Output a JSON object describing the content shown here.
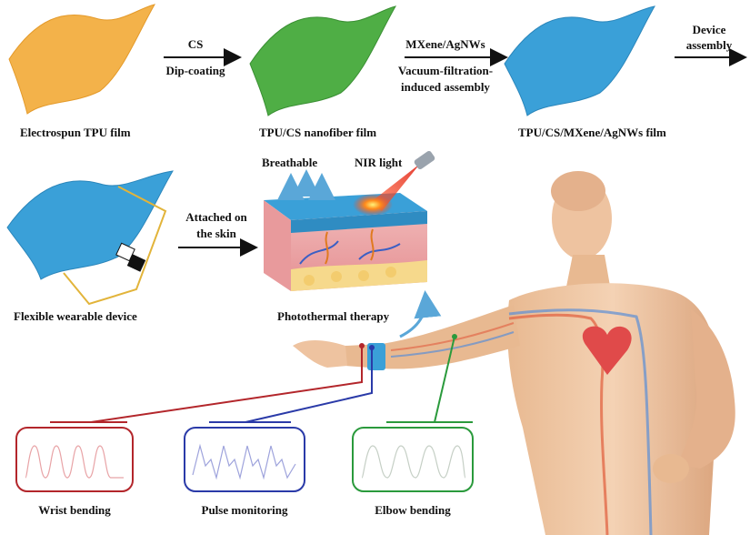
{
  "step1": {
    "caption": "Electrospun TPU film"
  },
  "arrow1": {
    "top": "CS",
    "bottom": "Dip-coating"
  },
  "step2": {
    "caption": "TPU/CS nanofiber film"
  },
  "arrow2": {
    "top": "MXene/AgNWs",
    "bottom1": "Vacuum-filtration-",
    "bottom2": "induced assembly"
  },
  "step3": {
    "caption": "TPU/CS/MXene/AgNWs film"
  },
  "arrow3": {
    "top1": "Device",
    "top2": "assembly"
  },
  "device": {
    "caption": "Flexible wearable device"
  },
  "arrow4": {
    "line1": "Attached on",
    "line2": "the skin"
  },
  "therapy": {
    "breathable": "Breathable",
    "nir": "NIR light",
    "caption": "Photothermal therapy"
  },
  "signals": {
    "wrist": {
      "label": "Wrist bending",
      "color": "#b3262b"
    },
    "pulse": {
      "label": "Pulse monitoring",
      "color": "#2a3aa8"
    },
    "elbow": {
      "label": "Elbow bending",
      "color": "#2a9a3c"
    }
  },
  "colors": {
    "orange_film": "#f3b24a",
    "green_film": "#4fae45",
    "blue_film": "#3aa0d8"
  }
}
